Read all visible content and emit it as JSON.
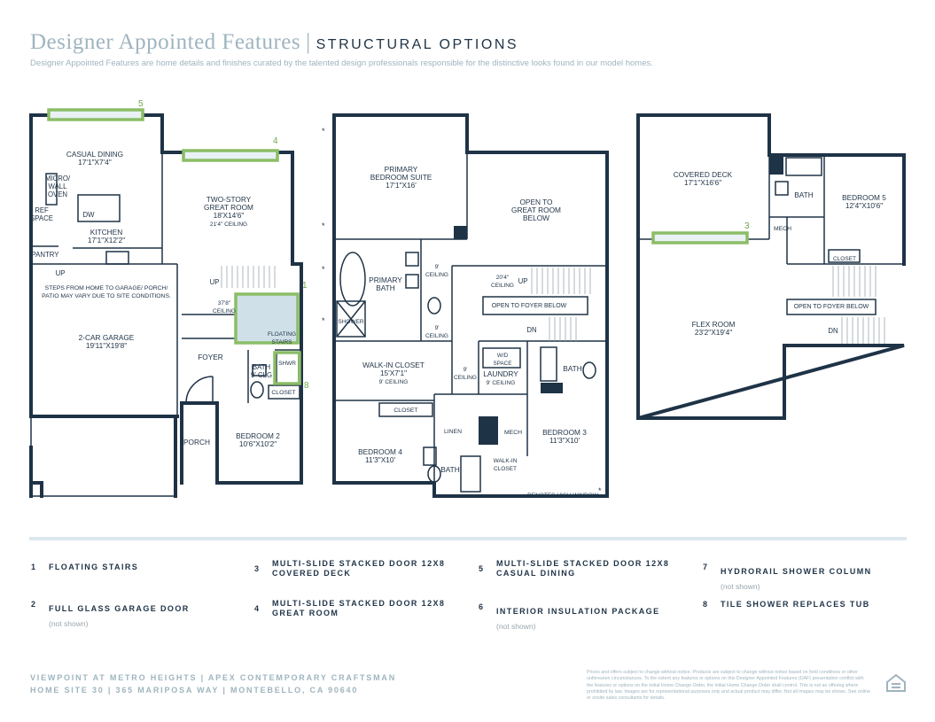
{
  "header": {
    "title": "Designer Appointed Features",
    "subtitle": "STRUCTURAL OPTIONS",
    "intro": "Designer Appointed Features are home details and finishes curated by the talented design professionals responsible for the distinctive looks found in our model homes."
  },
  "plan1": {
    "casual_dining": "CASUAL DINING\n17'1\"X7'4\"",
    "micro": "MICRO/\nWALL\nOVEN",
    "ref": "REF\nSPACE",
    "dw": "DW",
    "kitchen": "KITCHEN\n17'1\"X12'2\"",
    "pantry": "PANTRY",
    "up1": "UP",
    "great_room": "TWO-STORY\nGREAT ROOM\n18'X14'6\"",
    "great_room_ceiling": "21'4\" CEILING",
    "up2": "UP",
    "steps_note": "STEPS FROM HOME TO GARAGE/ PORCH/\nPATIO MAY VARY DUE TO SITE CONDITIONS.",
    "ceiling_378": "37'8\"\nCEILING",
    "floating_stairs": "FLOATING\nSTAIRS",
    "garage": "2-CAR GARAGE\n19'11\"X19'8\"",
    "foyer": "FOYER",
    "bath": "BATH\n9' CLG",
    "shwr": "SHWR",
    "closet": "CLOSET",
    "porch": "PORCH",
    "bedroom2": "BEDROOM 2\n10'6\"X10'2\""
  },
  "plan2": {
    "primary_suite": "PRIMARY\nBEDROOM SUITE\n17'1\"X16'",
    "open_great": "OPEN TO\nGREAT ROOM\nBELOW",
    "primary_bath": "PRIMARY\nBATH",
    "ceiling9a": "9'\nCEILING",
    "ceiling20": "20'4\"\nCEILING",
    "up": "UP",
    "open_foyer": "OPEN TO FOYER BELOW",
    "shower": "SHOWER",
    "ceiling9b": "9'\nCEILING",
    "dn": "DN",
    "walkin": "WALK-IN CLOSET\n15'X7'1\"",
    "walkin_ceiling": "9' CEILING",
    "ceiling9c": "9'\nCEILING",
    "wd": "W/D\nSPACE",
    "laundry": "LAUNDRY",
    "laundry_ceiling": "9' CEILING",
    "bath": "BATH",
    "closet": "CLOSET",
    "linen": "LINEN",
    "mech": "MECH",
    "bedroom3": "BEDROOM 3\n11'3\"X10'",
    "bedroom4": "BEDROOM 4\n11'3\"X10'",
    "walkin_closet_small": "WALK-IN\nCLOSET",
    "bath2": "BATH",
    "high_window": "DENOTES HIGH WINDOW"
  },
  "plan3": {
    "covered_deck": "COVERED DECK\n17'1\"X16'6\"",
    "bath": "BATH",
    "bedroom5": "BEDROOM 5\n12'4\"X10'6\"",
    "mech": "MECH",
    "closet": "CLOSET",
    "open_foyer": "OPEN TO FOYER BELOW",
    "dn": "DN",
    "flex": "FLEX ROOM\n23'2\"X19'4\""
  },
  "callouts": [
    "5",
    "4",
    "1",
    "8",
    "3"
  ],
  "star": "*",
  "options": [
    {
      "num": "1",
      "label": "FLOATING STAIRS",
      "note": ""
    },
    {
      "num": "2",
      "label": "FULL GLASS GARAGE DOOR",
      "note": "(not shown)"
    },
    {
      "num": "3",
      "label": "MULTI-SLIDE STACKED DOOR 12X8\nCOVERED DECK",
      "note": ""
    },
    {
      "num": "4",
      "label": "MULTI-SLIDE STACKED DOOR 12X8\nGREAT ROOM",
      "note": ""
    },
    {
      "num": "5",
      "label": "MULTI-SLIDE STACKED DOOR 12X8\nCASUAL DINING",
      "note": ""
    },
    {
      "num": "6",
      "label": "INTERIOR INSULATION PACKAGE",
      "note": "(not shown)"
    },
    {
      "num": "7",
      "label": "HYDRORAIL SHOWER COLUMN",
      "note": "(not shown)"
    },
    {
      "num": "8",
      "label": "TILE SHOWER REPLACES TUB",
      "note": ""
    }
  ],
  "footer": {
    "line1": "VIEWPOINT AT METRO HEIGHTS | APEX CONTEMPORARY CRAFTSMAN",
    "line2": "HOME SITE 30 | 365 MARIPOSA WAY | MONTEBELLO, CA 90640",
    "legal": "Prices and offers subject to change without notice. Products are subject to change without notice based on field conditions or other unforeseen circumstances. To the extent any features or options on this Designer Appointed Features (DAF) presentation conflict with the features or options on the initial Home Change Order, the initial Home Change Order shall control. This is not an offering where prohibited by law. Images are for representational purposes only and actual product may differ. Not all images may be shown. See online or onsite sales consultants for details.",
    "logo_icon": "equal-housing-icon"
  },
  "colors": {
    "navy": "#1f3347",
    "light": "#9fb4bf",
    "green": "#8bbd66",
    "divider": "#dce7ee"
  }
}
